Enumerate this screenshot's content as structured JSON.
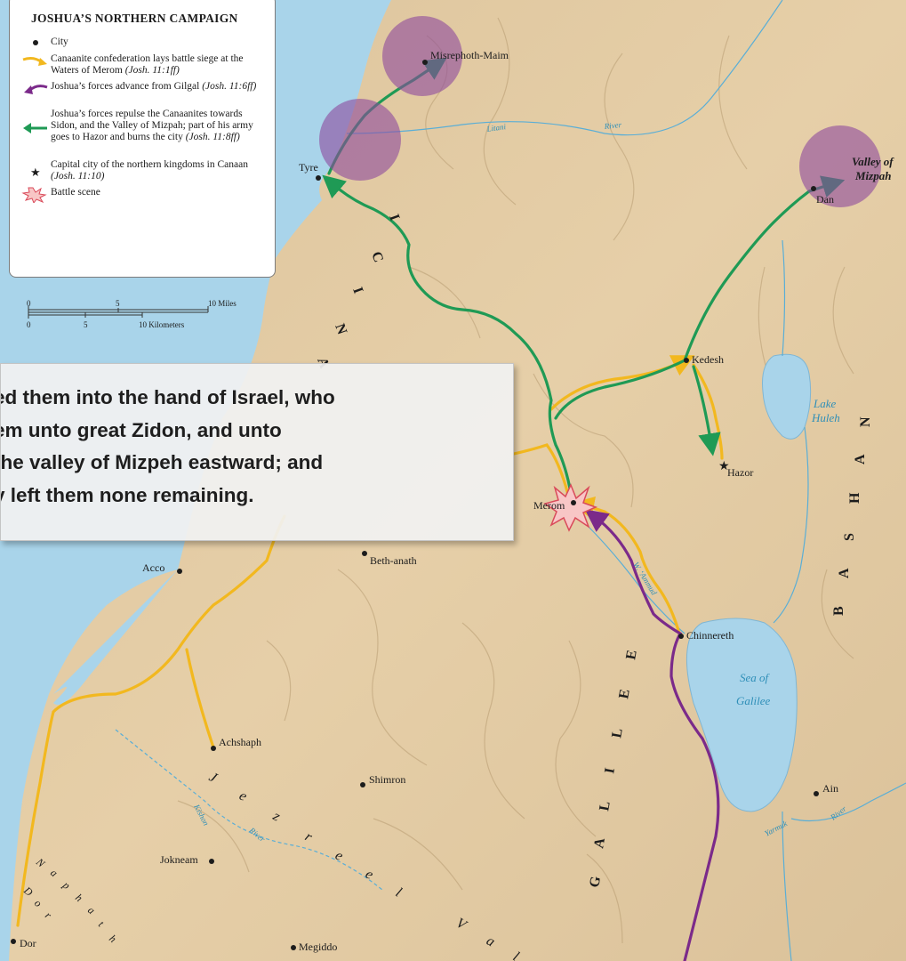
{
  "legend": {
    "title": "JOSHUA’S NORTHERN CAMPAIGN",
    "items": [
      {
        "symbol": "city-dot-icon",
        "text": "City"
      },
      {
        "symbol": "yellow-arrow-icon",
        "color": "#f2b81f",
        "text": "Canaanite confederation lays battle siege at the Waters of Merom",
        "ref": "(Josh. 11:1ff)"
      },
      {
        "symbol": "purple-arrow-icon",
        "color": "#7b2a8a",
        "text": "Joshua’s forces advance from Gilgal",
        "ref": "(Josh. 11:6ff)"
      },
      {
        "symbol": "green-arrow-icon",
        "color": "#1f9a55",
        "text": "Joshua’s forces repulse the Canaanites towards Sidon, and the Valley of Mizpah; part of his army goes to Hazor and burns the city",
        "ref": "(Josh. 11:8ff)"
      },
      {
        "symbol": "star-icon",
        "text": "Capital city of the northern kingdoms in Canaan",
        "ref": "(Josh. 11:10)"
      },
      {
        "symbol": "battle-burst-icon",
        "text": "Battle scene"
      }
    ],
    "scale": {
      "miles_ticks": [
        "0",
        "5",
        "10 Miles"
      ],
      "km_ticks": [
        "0",
        "5",
        "10 Kilometers"
      ]
    }
  },
  "quote": {
    "text": "ed them into the hand of Israel, who\nem unto great Zidon, and unto\n the valley of Mizpeh eastward; and\ny left them none remaining."
  },
  "cities": {
    "misrephoth": "Misrephoth-Maim",
    "tyre": "Tyre",
    "dan": "Dan",
    "kedesh": "Kedesh",
    "hazor": "Hazor",
    "merom": "Merom",
    "beth_anath": "Beth-anath",
    "acco": "Acco",
    "chinnereth": "Chinnereth",
    "achshaph": "Achshaph",
    "shimron": "Shimron",
    "jokneam": "Jokneam",
    "ain": "Ain",
    "dor": "Dor",
    "megiddo": "Megiddo"
  },
  "water": {
    "litani": "Litani",
    "river1": "River",
    "lake_huleh_1": "Lake",
    "lake_huleh_2": "Huleh",
    "sea_1": "Sea of",
    "sea_2": "Galilee",
    "wadi": "W. ‘Ammud",
    "kishon": "Kishon",
    "river2": "River",
    "yarmuk": "Yarmuk",
    "river3": "River"
  },
  "regions": {
    "valley_1": "Valley of",
    "valley_2": "Mizpah",
    "phoenicia_letters": [
      "I",
      "C",
      "I",
      "N",
      "A"
    ],
    "bashan_letters": [
      "N",
      "A",
      "H",
      "S",
      "A",
      "B"
    ],
    "galilee_letters": [
      "E",
      "E",
      "L",
      "I",
      "L",
      "A",
      "G"
    ],
    "jezreel_letters": [
      "J",
      "e",
      "z",
      "r",
      "e",
      "e",
      "l"
    ],
    "valley_letters": [
      "V",
      "a",
      "l"
    ],
    "naphath_letters": [
      "N",
      "a",
      "p",
      "h",
      "a",
      "t",
      "h"
    ],
    "dor_letters": [
      "D",
      "o",
      "r"
    ]
  },
  "colors": {
    "yellow_route": "#f2b81f",
    "purple_route": "#7b2a8a",
    "green_route": "#1f9a55",
    "sea": "#a9d4ea",
    "land": "#e3cda7",
    "highlight_circle": "#8e4a9c"
  }
}
